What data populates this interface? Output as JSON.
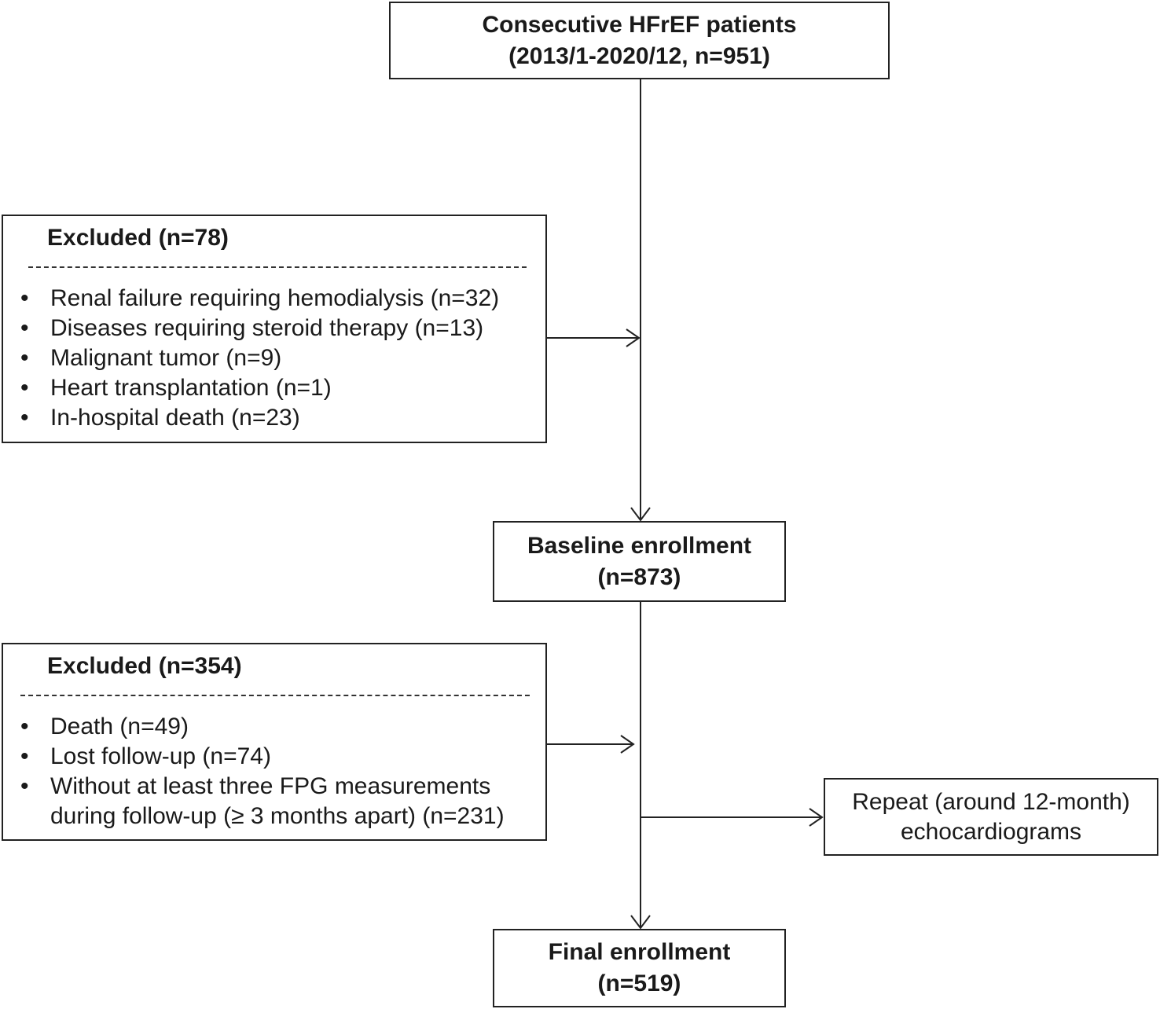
{
  "top_box": {
    "line1": "Consecutive HFrEF patients",
    "line2": "(2013/1-2020/12, n=951)"
  },
  "exclusion_1": {
    "title": "Excluded (n=78)",
    "items": [
      "Renal failure requiring hemodialysis (n=32)",
      "Diseases requiring steroid therapy (n=13)",
      "Malignant tumor (n=9)",
      "Heart transplantation (n=1)",
      "In-hospital death (n=23)"
    ]
  },
  "baseline_box": {
    "line1": "Baseline enrollment",
    "line2": "(n=873)"
  },
  "exclusion_2": {
    "title": "Excluded (n=354)",
    "items": [
      "Death (n=49)",
      "Lost follow-up (n=74)",
      "Without at least three FPG measurements",
      "during follow-up (≥ 3 months apart) (n=231)"
    ],
    "bulleted": [
      true,
      true,
      true,
      false
    ]
  },
  "echo_box": {
    "line1": "Repeat (around 12-month)",
    "line2": "echocardiograms"
  },
  "final_box": {
    "line1": "Final enrollment",
    "line2": "(n=519)"
  },
  "bullet_symbol": "•"
}
